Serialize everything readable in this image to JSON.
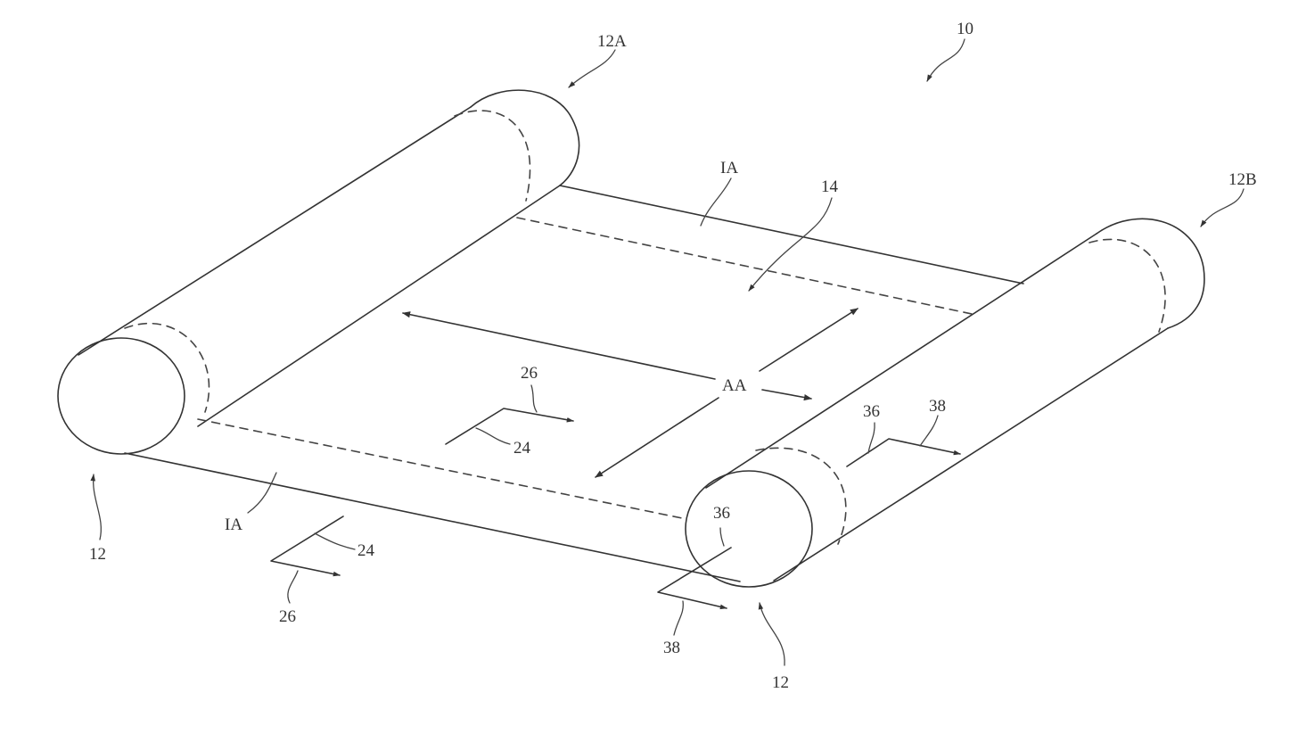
{
  "figure": {
    "ref_device": "10",
    "ref_roller_a": "12A",
    "ref_roller_b": "12B",
    "ref_roller_left": "12",
    "ref_roller_right": "12",
    "ref_display": "14",
    "ref_inactive_top": "IA",
    "ref_inactive_bottom": "IA",
    "ref_active_area": "AA",
    "ref_axis_26_center": "26",
    "ref_axis_24_center": "24",
    "ref_axis_24_front": "24",
    "ref_axis_26_front": "26",
    "ref_axis_36_right": "36",
    "ref_axis_38_right": "38",
    "ref_axis_36_front": "36",
    "ref_axis_38_front": "38"
  },
  "colors": {
    "ink": "#333333",
    "background": "#ffffff"
  }
}
